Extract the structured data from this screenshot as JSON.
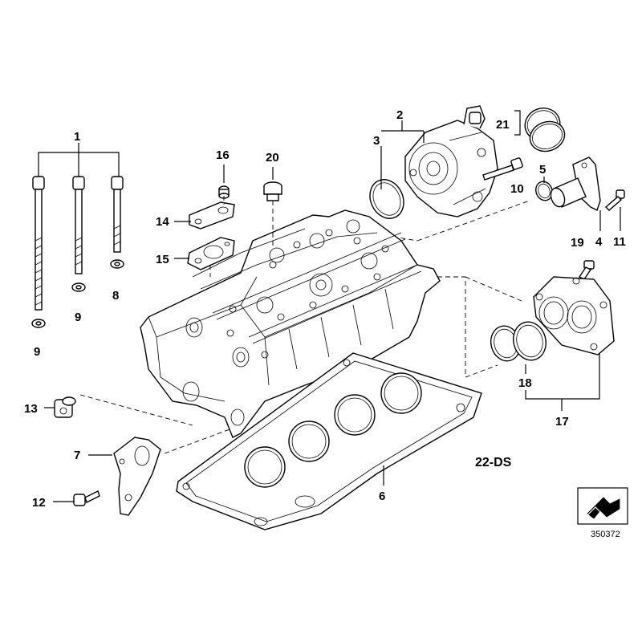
{
  "diagram": {
    "callouts": [
      {
        "id": "c1",
        "text": "1"
      },
      {
        "id": "c2",
        "text": "2"
      },
      {
        "id": "c3",
        "text": "3"
      },
      {
        "id": "c4",
        "text": "4"
      },
      {
        "id": "c5",
        "text": "5"
      },
      {
        "id": "c6",
        "text": "6"
      },
      {
        "id": "c7",
        "text": "7"
      },
      {
        "id": "c8",
        "text": "8"
      },
      {
        "id": "c9a",
        "text": "9"
      },
      {
        "id": "c9b",
        "text": "9"
      },
      {
        "id": "c10",
        "text": "10"
      },
      {
        "id": "c11",
        "text": "11"
      },
      {
        "id": "c12",
        "text": "12"
      },
      {
        "id": "c13",
        "text": "13"
      },
      {
        "id": "c14",
        "text": "14"
      },
      {
        "id": "c15",
        "text": "15"
      },
      {
        "id": "c16",
        "text": "16"
      },
      {
        "id": "c17",
        "text": "17"
      },
      {
        "id": "c18",
        "text": "18"
      },
      {
        "id": "c19",
        "text": "19"
      },
      {
        "id": "c20",
        "text": "20"
      },
      {
        "id": "c21",
        "text": "21"
      }
    ],
    "engine_code": "22-DS",
    "reference_number": "350372"
  }
}
